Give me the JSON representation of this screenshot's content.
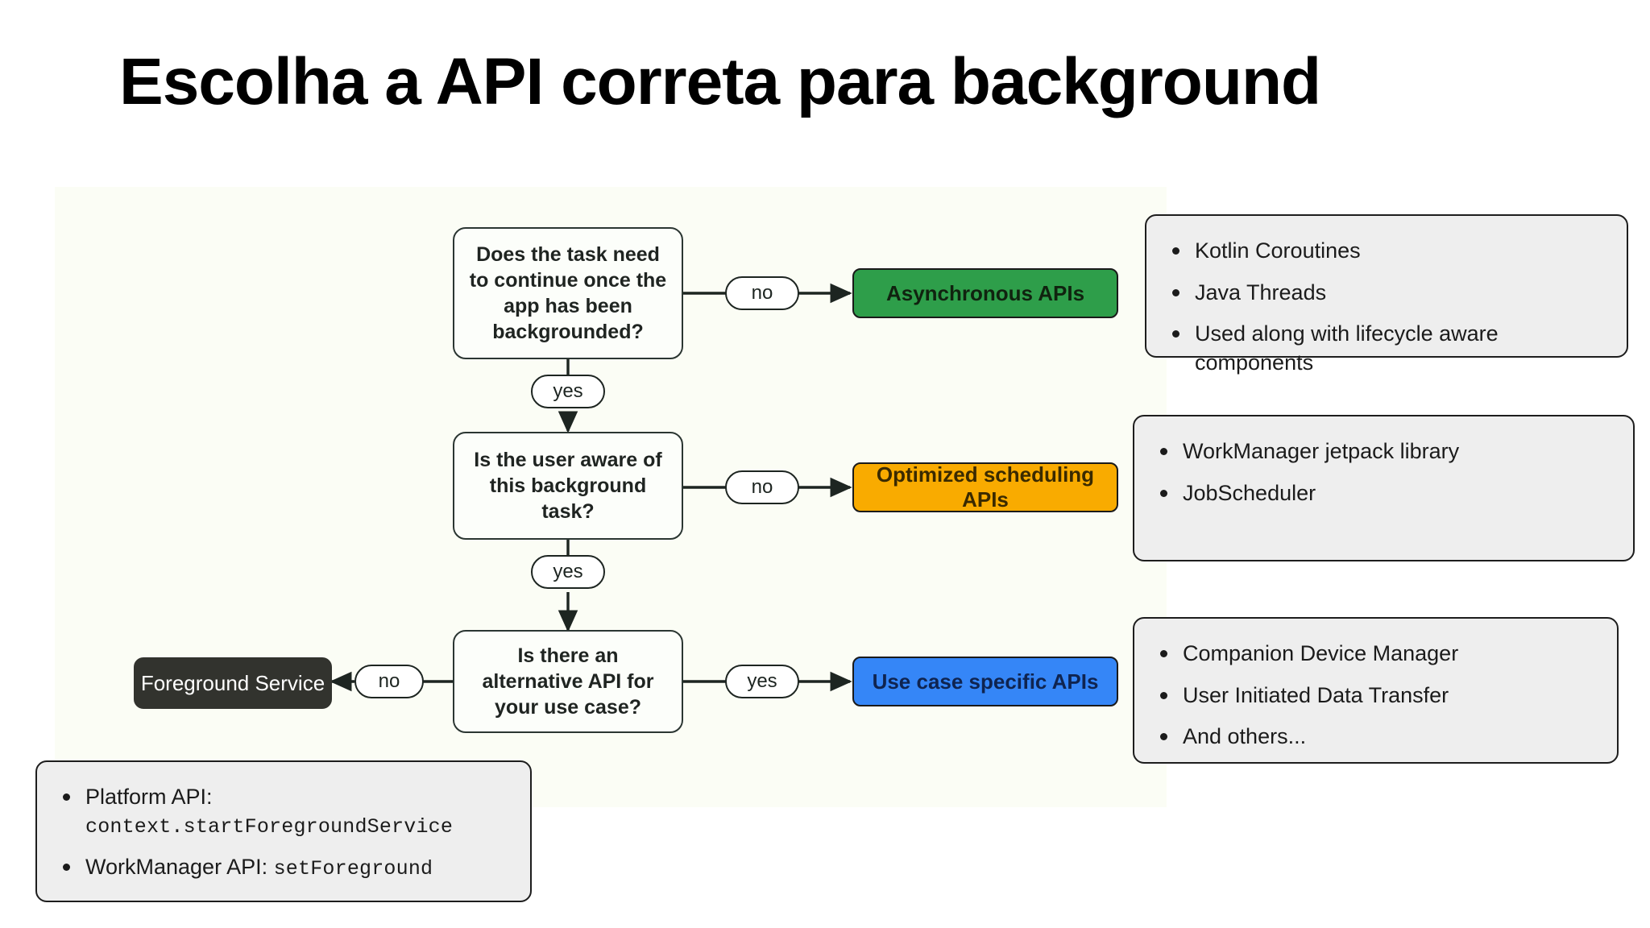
{
  "slide": {
    "title": "Escolha a API correta para background"
  },
  "colors": {
    "canvas_tint": "#fbfdf5",
    "result_green": "#2e9e4a",
    "result_amber": "#f9ab00",
    "result_blue": "#3586f7",
    "terminal_dark": "#32332e",
    "note_card_bg": "#eeeeee",
    "outline": "#1d2521"
  },
  "flowchart": {
    "decisions": [
      {
        "id": "d1",
        "text": "Does the task need to continue once the app has been backgrounded?"
      },
      {
        "id": "d2",
        "text": "Is the user aware of this background task?"
      },
      {
        "id": "d3",
        "text": "Is there an alternative API for your use case?"
      }
    ],
    "results": [
      {
        "id": "r1",
        "label": "Asynchronous APIs",
        "color": "#2e9e4a"
      },
      {
        "id": "r2",
        "label": "Optimized scheduling APIs",
        "color": "#f9ab00"
      },
      {
        "id": "r3",
        "label": "Use case specific APIs",
        "color": "#3586f7"
      }
    ],
    "terminal": {
      "id": "t1",
      "label": "Foreground Service"
    },
    "edge_labels": [
      {
        "id": "e1",
        "text": "no",
        "from": "d1",
        "to": "r1"
      },
      {
        "id": "e2",
        "text": "yes",
        "from": "d1",
        "to": "d2"
      },
      {
        "id": "e3",
        "text": "no",
        "from": "d2",
        "to": "r2"
      },
      {
        "id": "e4",
        "text": "yes",
        "from": "d2",
        "to": "d3"
      },
      {
        "id": "e5",
        "text": "yes",
        "from": "d3",
        "to": "r3"
      },
      {
        "id": "e6",
        "text": "no",
        "from": "d3",
        "to": "t1"
      }
    ]
  },
  "notes": {
    "async": {
      "id": "note-async",
      "items": [
        "Kotlin Coroutines",
        "Java Threads",
        "Used along with lifecycle aware components"
      ]
    },
    "scheduling": {
      "id": "note-scheduling",
      "items": [
        "WorkManager jetpack library",
        "JobScheduler"
      ]
    },
    "usecase": {
      "id": "note-usecase",
      "items": [
        "Companion Device Manager",
        "User Initiated Data Transfer",
        "And others..."
      ]
    },
    "foreground": {
      "id": "note-foreground",
      "item1_label": "Platform API:",
      "item1_code": "context.startForegroundService",
      "item2_label": "WorkManager API: ",
      "item2_code": "setForeground"
    }
  }
}
